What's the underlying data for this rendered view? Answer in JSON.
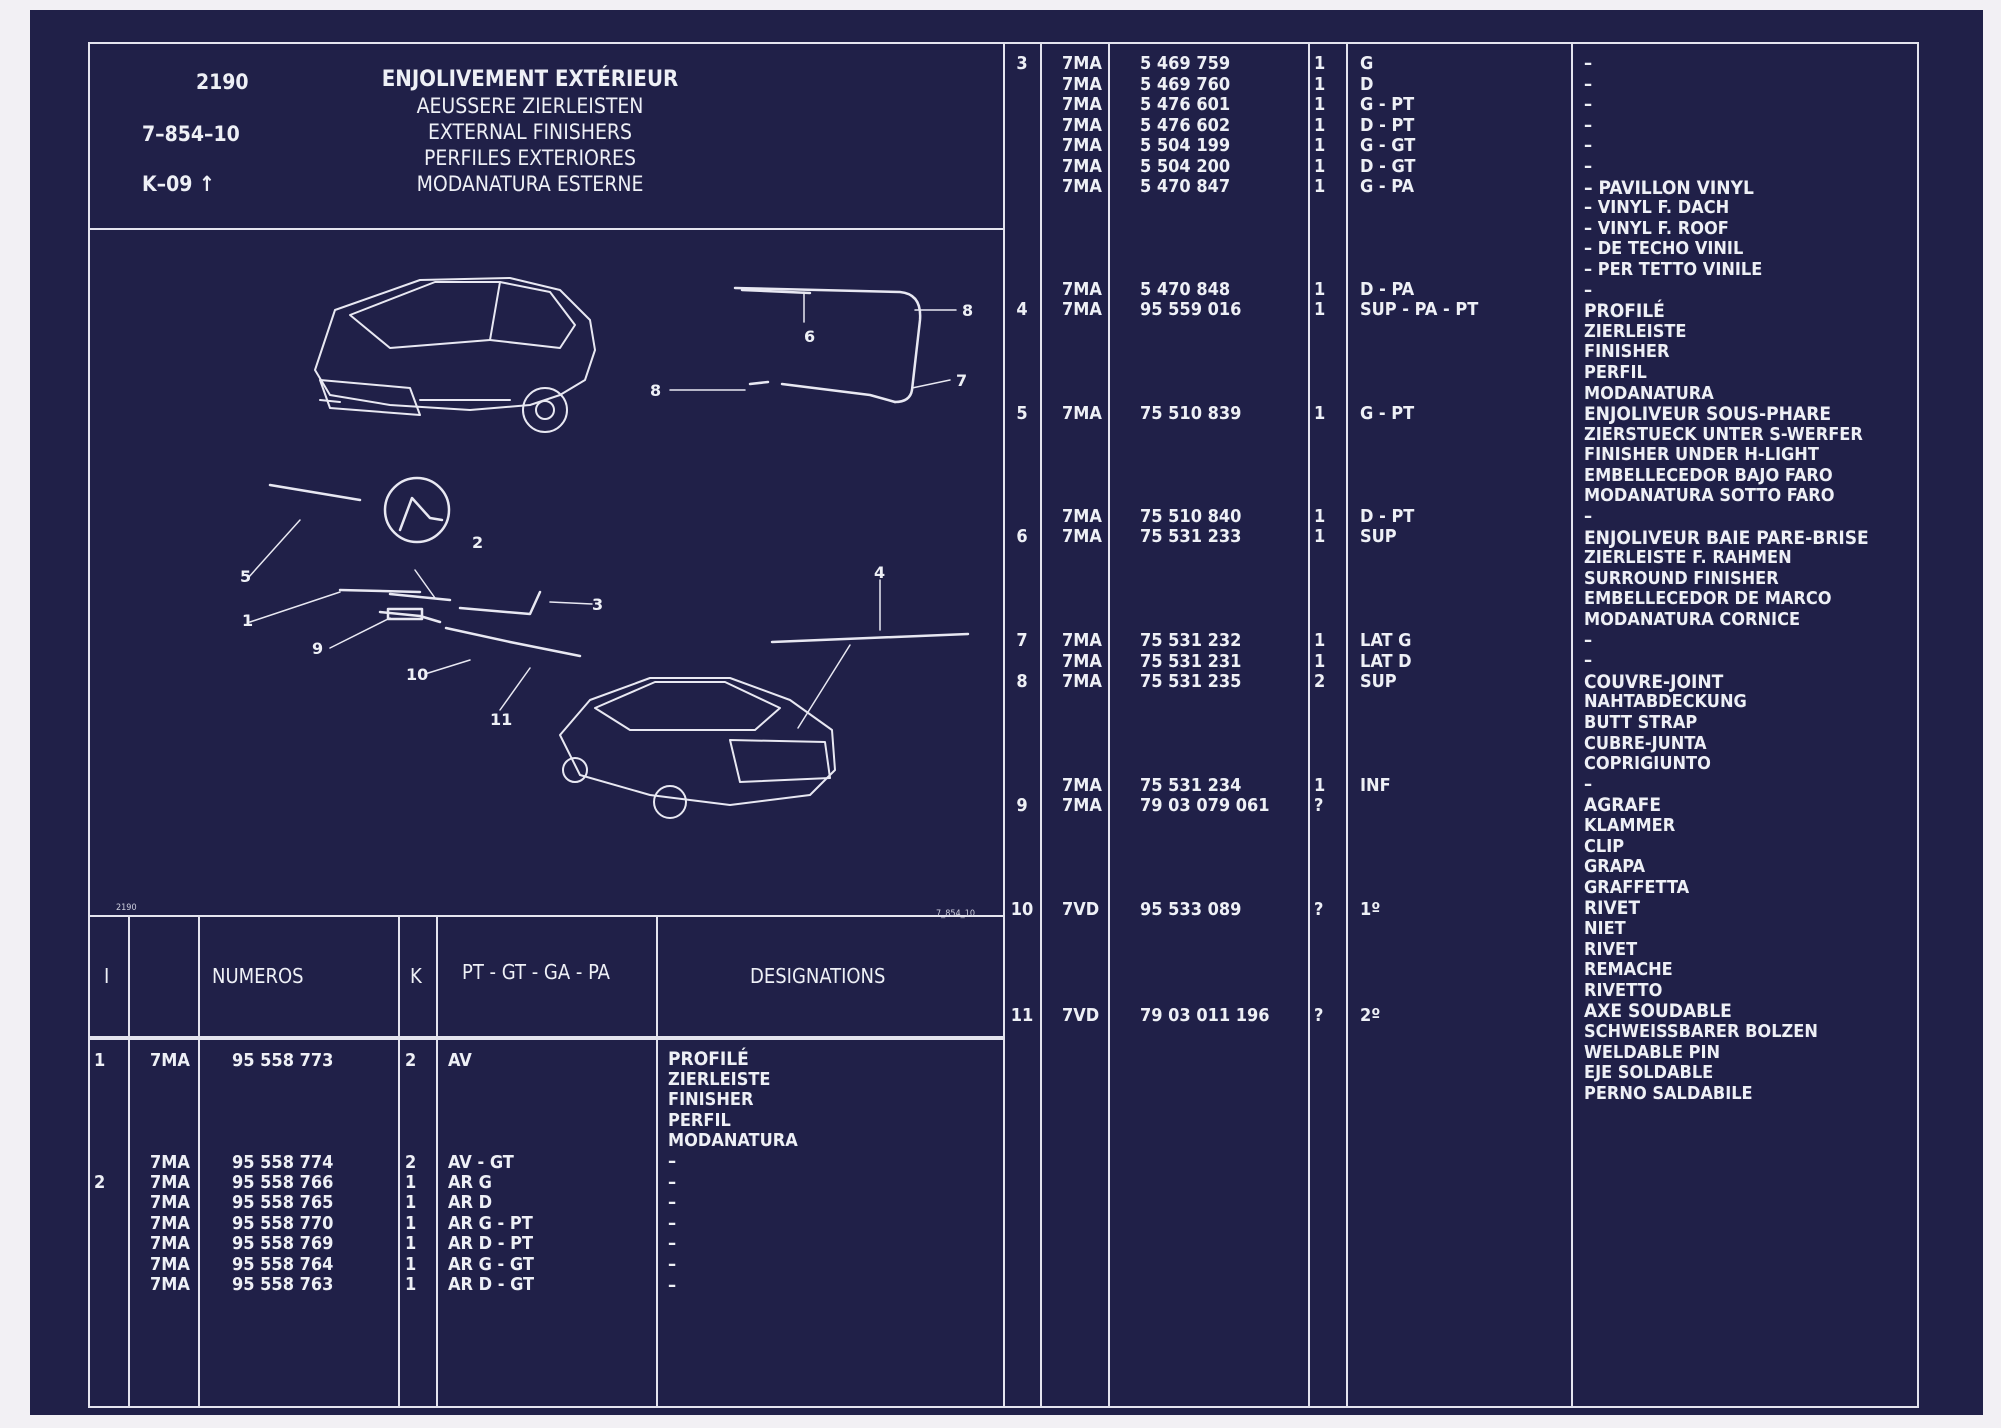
{
  "header": {
    "page": "2190",
    "ref": "7–854–10",
    "model": "K–09 ↑",
    "titles": [
      "ENJOLIVEMENT EXTÉRIEUR",
      "AEUSSERE ZIERLEISTEN",
      "EXTERNAL FINISHERS",
      "PERFILES EXTERIORES",
      "MODANATURA ESTERNE"
    ]
  },
  "figure": {
    "label_left": "2190",
    "label_right": "7_854_10",
    "callouts": [
      "1",
      "2",
      "3",
      "4",
      "5",
      "6",
      "7",
      "8",
      "8",
      "9",
      "10",
      "11"
    ]
  },
  "table_header": {
    "col_index": "I",
    "col_numbers": "NUMEROS",
    "col_k": "K",
    "col_versions": "PT - GT - GA - PA",
    "col_designations": "DESIGNATIONS"
  },
  "left_rows": [
    {
      "i": "1",
      "code": "7MA",
      "num": "95  558  773",
      "k": "2",
      "ver": "AV"
    },
    {
      "i": "",
      "code": "7MA",
      "num": "95  558  774",
      "k": "2",
      "ver": "AV - GT"
    },
    {
      "i": "2",
      "code": "7MA",
      "num": "95  558  766",
      "k": "1",
      "ver": "AR G"
    },
    {
      "i": "",
      "code": "7MA",
      "num": "95  558  765",
      "k": "1",
      "ver": "AR D"
    },
    {
      "i": "",
      "code": "7MA",
      "num": "95  558  770",
      "k": "1",
      "ver": "AR G - PT"
    },
    {
      "i": "",
      "code": "7MA",
      "num": "95  558  769",
      "k": "1",
      "ver": "AR D - PT"
    },
    {
      "i": "",
      "code": "7MA",
      "num": "95  558  764",
      "k": "1",
      "ver": "AR G - GT"
    },
    {
      "i": "",
      "code": "7MA",
      "num": "95  558  763",
      "k": "1",
      "ver": "AR D - GT"
    }
  ],
  "left_desc": [
    "PROFILÉ",
    "ZIERLEISTE",
    "FINISHER",
    "PERFIL",
    "MODANATURA",
    "–",
    "–",
    "–",
    "–",
    "–",
    "–",
    "–"
  ],
  "right_rows": [
    {
      "i": "3",
      "code": "7MA",
      "num": "5  469  759",
      "k": "1",
      "ver": "G"
    },
    {
      "i": "",
      "code": "7MA",
      "num": "5  469  760",
      "k": "1",
      "ver": "D"
    },
    {
      "i": "",
      "code": "7MA",
      "num": "5  476  601",
      "k": "1",
      "ver": "G - PT"
    },
    {
      "i": "",
      "code": "7MA",
      "num": "5  476  602",
      "k": "1",
      "ver": "D - PT"
    },
    {
      "i": "",
      "code": "7MA",
      "num": "5  504  199",
      "k": "1",
      "ver": "G - GT"
    },
    {
      "i": "",
      "code": "7MA",
      "num": "5  504  200",
      "k": "1",
      "ver": "D - GT"
    },
    {
      "i": "",
      "code": "7MA",
      "num": "5  470  847",
      "k": "1",
      "ver": "G - PA"
    },
    {
      "i": "",
      "code": "7MA",
      "num": "5  470  848",
      "k": "1",
      "ver": "D - PA"
    },
    {
      "i": "4",
      "code": "7MA",
      "num": "95  559  016",
      "k": "1",
      "ver": "SUP - PA - PT"
    },
    {
      "i": "5",
      "code": "7MA",
      "num": "75  510  839",
      "k": "1",
      "ver": "G - PT"
    },
    {
      "i": "",
      "code": "7MA",
      "num": "75  510  840",
      "k": "1",
      "ver": "D - PT"
    },
    {
      "i": "6",
      "code": "7MA",
      "num": "75  531  233",
      "k": "1",
      "ver": "SUP"
    },
    {
      "i": "7",
      "code": "7MA",
      "num": "75  531  232",
      "k": "1",
      "ver": "LAT G"
    },
    {
      "i": "",
      "code": "7MA",
      "num": "75  531  231",
      "k": "1",
      "ver": "LAT D"
    },
    {
      "i": "8",
      "code": "7MA",
      "num": "75  531  235",
      "k": "2",
      "ver": "SUP"
    },
    {
      "i": "",
      "code": "7MA",
      "num": "75  531  234",
      "k": "1",
      "ver": "INF"
    },
    {
      "i": "9",
      "code": "7MA",
      "num": "79  03  079  061",
      "k": "?",
      "ver": ""
    },
    {
      "i": "10",
      "code": "7VD",
      "num": "95  533  089",
      "k": "?",
      "ver": "1º"
    },
    {
      "i": "11",
      "code": "7VD",
      "num": "79  03  011  196",
      "k": "?",
      "ver": "2º"
    }
  ],
  "right_desc": [
    "–",
    "–",
    "–",
    "–",
    "–",
    "–",
    "– PAVILLON VINYL",
    "– VINYL F. DACH",
    "– VINYL F. ROOF",
    "– DE TECHO VINIL",
    "– PER TETTO VINILE",
    "–",
    "PROFILÉ",
    "ZIERLEISTE",
    "FINISHER",
    "PERFIL",
    "MODANATURA",
    "ENJOLIVEUR SOUS-PHARE",
    "ZIERSTUECK UNTER S-WERFER",
    "FINISHER UNDER H-LIGHT",
    "EMBELLECEDOR BAJO FARO",
    "MODANATURA SOTTO FARO",
    "–",
    "ENJOLIVEUR BAIE PARE-BRISE",
    "ZIERLEISTE F. RAHMEN",
    "SURROUND FINISHER",
    "EMBELLECEDOR DE MARCO",
    "MODANATURA CORNICE",
    "–",
    "–",
    "COUVRE-JOINT",
    "NAHTABDECKUNG",
    "BUTT STRAP",
    "CUBRE-JUNTA",
    "COPRIGIUNTO",
    "–",
    "AGRAFE",
    "KLAMMER",
    "CLIP",
    "GRAPA",
    "GRAFFETTA",
    "RIVET",
    "NIET",
    "RIVET",
    "REMACHE",
    "RIVETTO",
    "AXE SOUDABLE",
    "SCHWEISSBARER BOLZEN",
    "WELDABLE PIN",
    "EJE SOLDABLE",
    "PERNO SALDABILE"
  ]
}
